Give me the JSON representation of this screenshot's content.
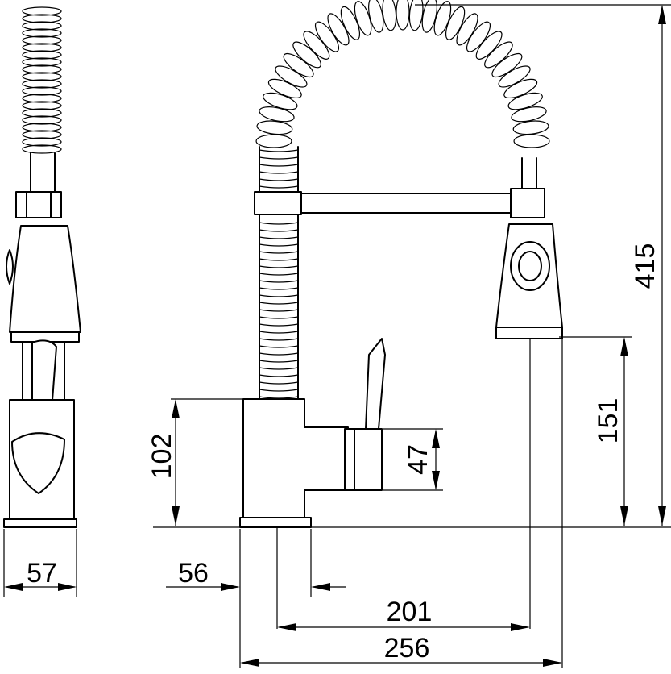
{
  "dimensions": {
    "total_height": "415",
    "spout_clearance": "151",
    "base_height": "102",
    "lever_height": "47",
    "side_width": "57",
    "base_width": "56",
    "spout_reach": "201",
    "overall_reach": "256"
  }
}
